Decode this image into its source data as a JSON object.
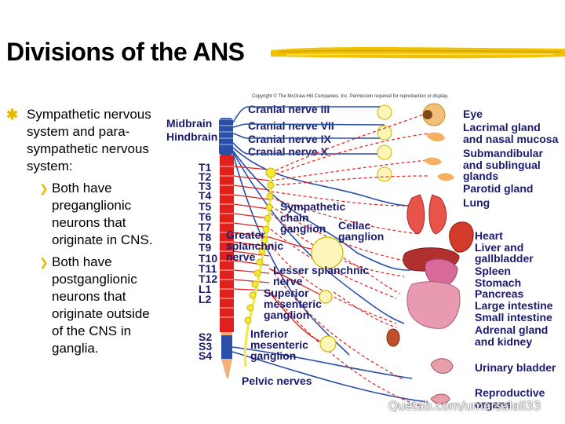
{
  "slide": {
    "title": "Divisions of the ANS",
    "watermark": "Quetab.com/umarsalali33"
  },
  "bullets": {
    "main": "Sympathetic nervous system and para-sympathetic nervous system:",
    "sub": [
      "Both have preganglionic neurons that originate in CNS.",
      "Both have postganglionic neurons that originate outside of the CNS in ganglia."
    ]
  },
  "diagram": {
    "copyright": "Copyright © The McGraw-Hill Companies, Inc. Permission required for reproduction or display.",
    "regions": {
      "midbrain": "Midbrain",
      "hindbrain": "Hindbrain"
    },
    "cranial_nerves": [
      "Cranial nerve III",
      "Cranial nerve VII",
      "Cranial nerve IX",
      "Cranial nerve X"
    ],
    "thoracic_lumbar": [
      "T1",
      "T2",
      "T3",
      "T4",
      "T5",
      "T6",
      "T7",
      "T8",
      "T9",
      "T10",
      "T11",
      "T12",
      "L1",
      "L2"
    ],
    "sacral": [
      "S2",
      "S3",
      "S4"
    ],
    "structures": {
      "sympathetic_chain": [
        "Sympathetic",
        "chain",
        "ganglion"
      ],
      "celiac": [
        "Celiac",
        "ganglion"
      ],
      "greater_splanchnic": [
        "Greater",
        "splanchnic",
        "nerve"
      ],
      "lesser_splanchnic": [
        "Lesser splanchnic",
        "nerve"
      ],
      "superior_mesenteric": [
        "Superior",
        "mesenteric",
        "ganglion"
      ],
      "inferior_mesenteric": [
        "Inferior",
        "mesenteric",
        "ganglion"
      ],
      "pelvic": "Pelvic nerves"
    },
    "organs": [
      "Eye",
      "Lacrimal gland",
      "and nasal mucosa",
      "Submandibular",
      "and sublingual",
      "glands",
      "Parotid gland",
      "Lung",
      "Heart",
      "Liver and",
      "gallbladder",
      "Spleen",
      "Stomach",
      "Pancreas",
      "Large intestine",
      "Small intestine",
      "Adrenal gland",
      "and kidney",
      "Urinary bladder",
      "Reproductive",
      "organs"
    ]
  },
  "colors": {
    "bullet_accent": "#e6b800",
    "title_bar": "#f2c200",
    "parasympathetic": "#2b4fa8",
    "sympathetic": "#e0201c",
    "chain": "#f5e63a",
    "label_text": "#1a1a6e"
  }
}
